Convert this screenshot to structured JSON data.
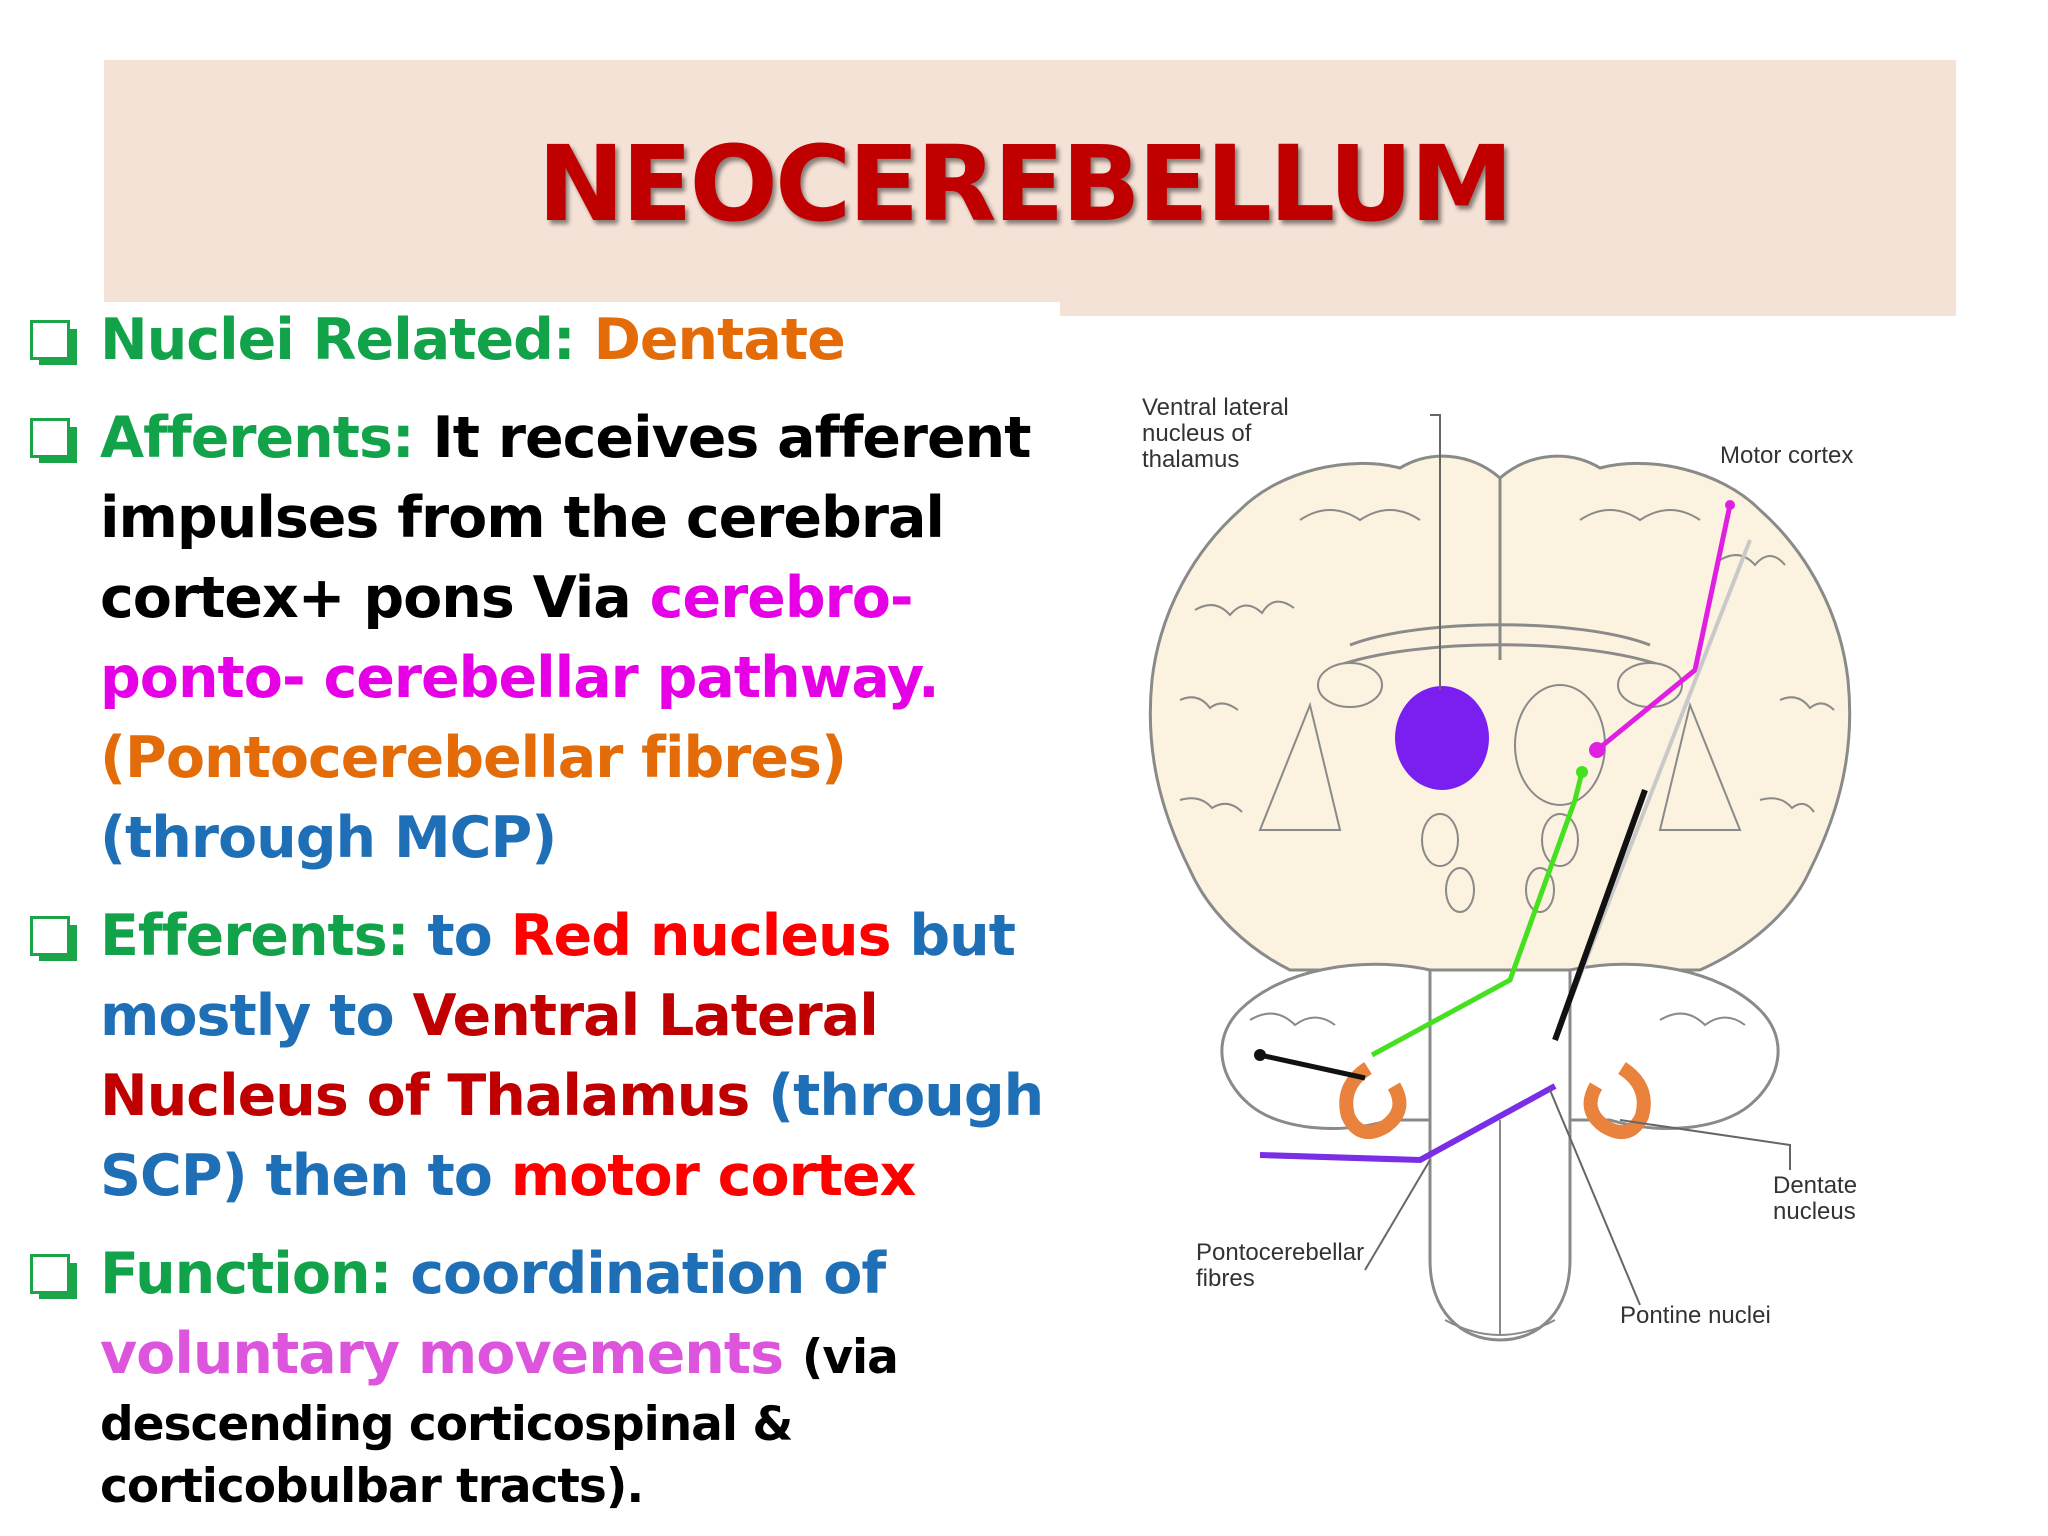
{
  "title": "NEOCEREBELLUM",
  "bullets": {
    "nuclei": {
      "label": "Nuclei Related:",
      "value": "Dentate"
    },
    "afferents": {
      "label": "Afferents:",
      "text1": "It receives afferent impulses from the cerebral cortex+ pons  Via",
      "pathway": "cerebro-ponto- cerebellar pathway.",
      "fibres": "(Pontocerebellar fibres)",
      "through": "(through MCP)"
    },
    "efferents": {
      "label": "Efferents:",
      "to": "to",
      "red_nucleus": "Red nucleus",
      "but": "but mostly to",
      "vl": "Ventral Lateral Nucleus of Thalamus",
      "through": "(through SCP) then to",
      "motor": "motor cortex"
    },
    "function": {
      "label": "Function:",
      "coordination": "coordination of",
      "voluntary": "voluntary movements",
      "via": "(via",
      "tracts": "descending corticospinal & corticobulbar tracts)."
    }
  },
  "diagram_labels": {
    "vl_thalamus": [
      "Ventral lateral",
      "nucleus of",
      "thalamus"
    ],
    "motor_cortex": "Motor cortex",
    "dentate": [
      "Dentate",
      "nucleus"
    ],
    "pontocerebellar": [
      "Pontocerebellar",
      "fibres"
    ],
    "pontine": "Pontine nuclei"
  },
  "colors": {
    "title": "#c00000",
    "title_band": "#f5e2d6",
    "green_label": "#12a34a",
    "orange": "#e36c09",
    "magenta": "#e600e6",
    "blue": "#1f6fb7",
    "red": "#ff0000",
    "dark_red": "#c00000",
    "brain_fill": "#fbf3df",
    "thalamus_nucleus": "#7a1ff0",
    "dentate_nucleus": "#e8823c",
    "pathway_green": "#45e020",
    "pathway_magenta": "#e020e0",
    "pathway_purple": "#7a2ee6"
  }
}
